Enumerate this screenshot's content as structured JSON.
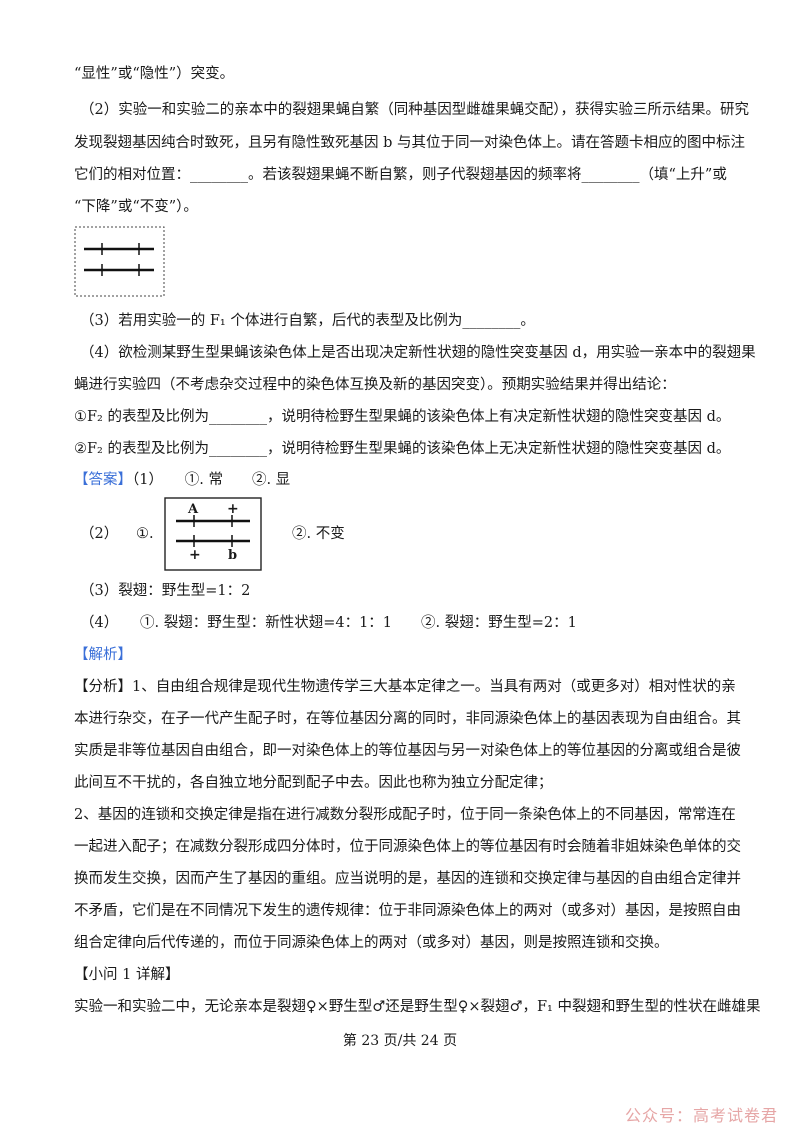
{
  "lines": {
    "l1": "“显性”或“隐性”）突变。",
    "l2": "（2）实验一和实验二的亲本中的裂翅果蝇自繁（同种基因型雌雄果蝇交配），获得实验三所示结果。研究",
    "l3": "发现裂翅基因纯合时致死，且另有隐性致死基因 b 与其位于同一对染色体上。请在答题卡相应的图中标注",
    "l4": "它们的相对位置：________。若该裂翅果蝇不断自繁，则子代裂翅基因的频率将________（填“上升”或",
    "l5": "“下降”或“不变”）。",
    "l6": "（3）若用实验一的 F₁ 个体进行自繁，后代的表型及比例为________。",
    "l7": "（4）欲检测某野生型果蝇该染色体上是否出现决定新性状翅的隐性突变基因 d，用实验一亲本中的裂翅果",
    "l8": "蝇进行实验四（不考虑杂交过程中的染色体互换及新的基因突变）。预期实验结果并得出结论：",
    "l9": "①F₂ 的表型及比例为________，说明待检野生型果蝇的该染色体上有决定新性状翅的隐性突变基因 d。",
    "l10": "②F₂ 的表型及比例为________，说明待检野生型果蝇的该染色体上无决定新性状翅的隐性突变基因 d。"
  },
  "answer": {
    "label": "【答案】",
    "q1": "（1）　　①. 常　　②. 显",
    "q2_prefix": "（2）",
    "q2_circle1": "①.",
    "q2_after": "②. 不变",
    "q3": "（3）裂翅：野生型=1：2",
    "q4": "（4）　　①. 裂翅：野生型：新性状翅=4：1：1　　②. 裂翅：野生型=2：1",
    "gene_top_left": "A",
    "gene_top_right": "+",
    "gene_bottom_left": "+",
    "gene_bottom_right": "b"
  },
  "analysis": {
    "label": "【解析】",
    "p1": "【分析】1、自由组合规律是现代生物遗传学三大基本定律之一。当具有两对（或更多对）相对性状的亲",
    "p2": "本进行杂交，在子一代产生配子时，在等位基因分离的同时，非同源染色体上的基因表现为自由组合。其",
    "p3": "实质是非等位基因自由组合，即一对染色体上的等位基因与另一对染色体上的等位基因的分离或组合是彼",
    "p4": "此间互不干扰的，各自独立地分配到配子中去。因此也称为独立分配定律；",
    "p5": "2、基因的连锁和交换定律是指在进行减数分裂形成配子时，位于同一条染色体上的不同基因，常常连在",
    "p6": "一起进入配子；在减数分裂形成四分体时，位于同源染色体上的等位基因有时会随着非姐妹染色单体的交",
    "p7": "换而发生交换，因而产生了基因的重组。应当说明的是，基因的连锁和交换定律与基因的自由组合定律并",
    "p8": "不矛盾，它们是在不同情况下发生的遗传规律：位于非同源染色体上的两对（或多对）基因，是按照自由",
    "p9": "组合定律向后代传递的，而位于同源染色体上的两对（或多对）基因，则是按照连锁和交换。",
    "p10": "【小问 1 详解】",
    "p11": "实验一和实验二中，无论亲本是裂翅♀×野生型♂还是野生型♀×裂翅♂，F₁ 中裂翅和野生型的性状在雌雄果"
  },
  "footer": "第 23 页/共 24 页",
  "watermark": "公众号：高考试卷君",
  "colors": {
    "accent": "#3a6fd8",
    "watermark": "#e6a6a6"
  }
}
